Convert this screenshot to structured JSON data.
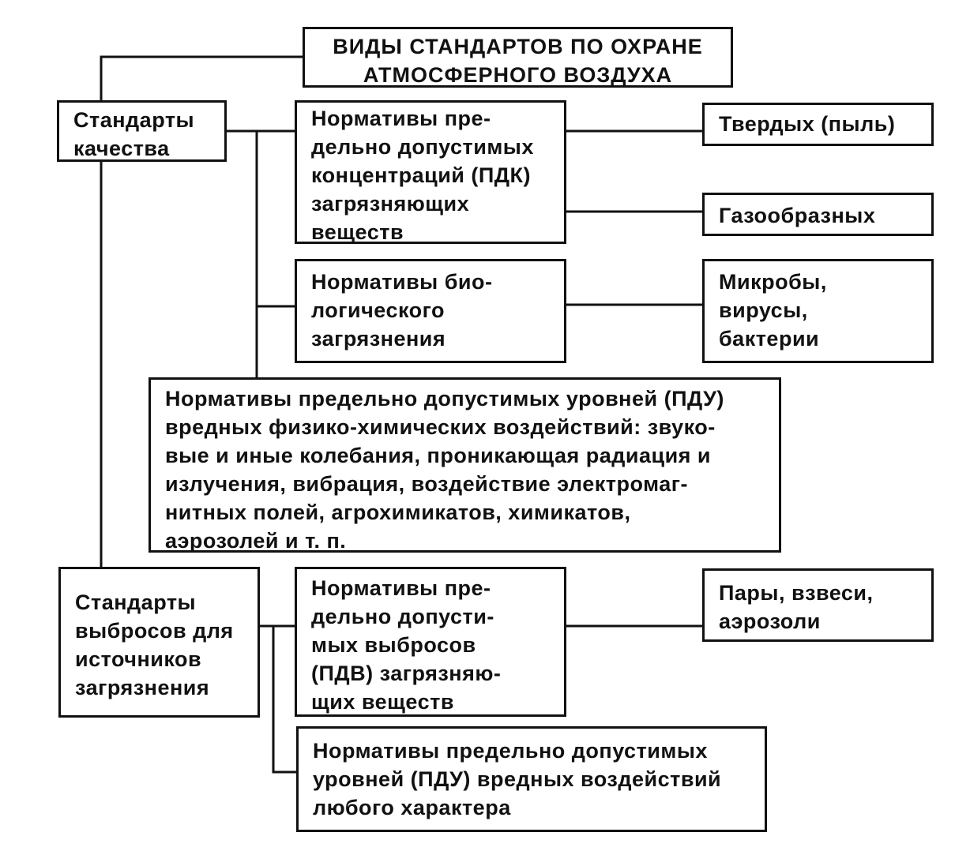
{
  "diagram": {
    "title": "ВИДЫ СТАНДАРТОВ ПО ОХРАНЕ\nАТМОСФЕРНОГО ВОЗДУХА",
    "quality_standards": "Стандарты\nкачества",
    "pdk_norms": "Нормативы пре-\nдельно допустимых\nконцентраций (ПДК)\nзагрязняющих\nвеществ",
    "solid": "Твердых (пыль)",
    "gaseous": "Газообразных",
    "bio_norms": "Нормативы био-\nлогического\nзагрязнения",
    "microbes": "Микробы,\nвирусы,\nбактерии",
    "pdu_physchem": "Нормативы предельно допустимых уровней (ПДУ)\nвредных физико-химических воздействий:  звуко-\nвые и иные колебания, проникающая радиация и\nизлучения, вибрация, воздействие электромаг-\nнитных  полей, агрохимикатов, химикатов,\nаэрозолей и т. п.",
    "emission_standards": "Стандарты\nвыбросов для\nисточников\nзагрязнения",
    "pdv_norms": "Нормативы пре-\nдельно допусти-\nмых выбросов\n(ПДВ) загрязняю-\nщих веществ",
    "vapors": "Пары, взвеси,\nаэрозоли",
    "pdu_any": "Нормативы предельно допустимых\nуровней (ПДУ) вредных воздействий\nлюбого характера"
  },
  "colors": {
    "line": "#111111",
    "background": "#ffffff"
  }
}
